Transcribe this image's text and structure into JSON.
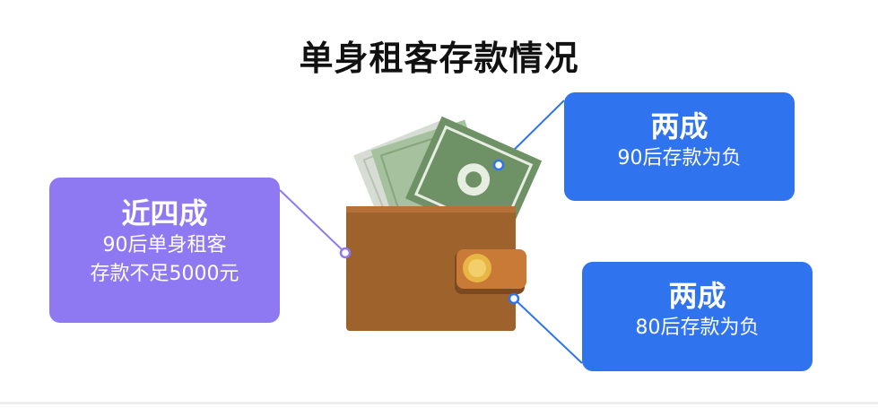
{
  "title": "单身租客存款情况",
  "callouts": {
    "left": {
      "headline": "近四成",
      "line1": "90后单身租客",
      "line2": "存款不足5000元"
    },
    "top_right": {
      "headline": "两成",
      "line1": "90后存款为负"
    },
    "bottom_right": {
      "headline": "两成",
      "line1": "80后存款为负"
    }
  },
  "colors": {
    "purple": "#8f79f3",
    "blue": "#2f73ee",
    "wallet_brown": "#9e622d",
    "wallet_dark": "#7b4a20",
    "wallet_clasp": "#c87a36",
    "button_gold": "#e8b645",
    "money_green": "#6f9166",
    "money_light": "#a6c19d",
    "money_grey": "#d7ddd5"
  },
  "icons": {
    "wallet": "wallet-with-cash-icon"
  }
}
